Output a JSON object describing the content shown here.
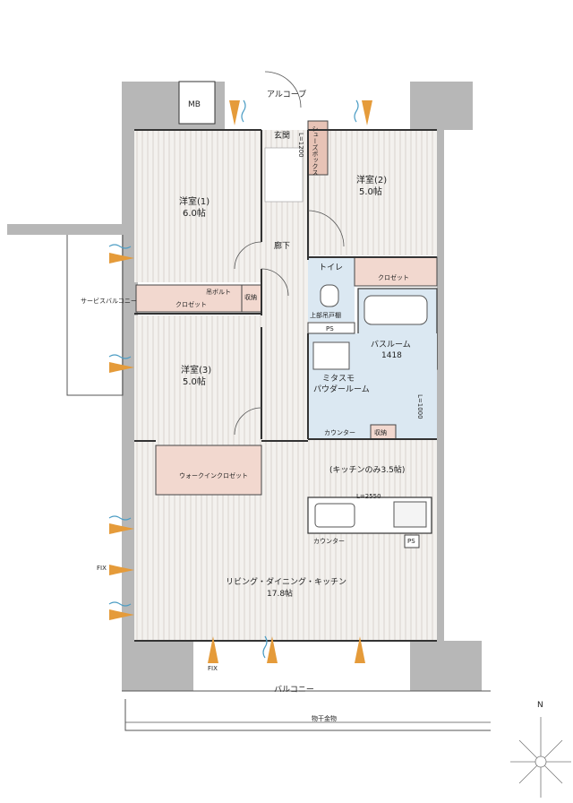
{
  "rooms": {
    "western1": {
      "name": "洋室(1)",
      "size": "6.0帖"
    },
    "western2": {
      "name": "洋室(2)",
      "size": "5.0帖"
    },
    "western3": {
      "name": "洋室(3)",
      "size": "5.0帖"
    },
    "ldk": {
      "name": "リビング・ダイニング・キッチン",
      "size": "17.8帖"
    },
    "kitchen_only": "(キッチンのみ3.5帖)",
    "bathroom": {
      "name": "バスルーム",
      "size": "1418"
    },
    "powder": {
      "name1": "ミタスモ",
      "name2": "パウダールーム"
    },
    "toilet": "トイレ",
    "hallway": "廊下",
    "entrance": "玄関",
    "alcove": "アルコーブ"
  },
  "storage": {
    "mb": "MB",
    "closet1": "クロゼット",
    "closet2": "クロゼット",
    "hanging_bolt": "吊ボルト",
    "storage_a": "収納",
    "storage_b": "収納",
    "walk_in": "ウォークインクロゼット",
    "shoes_box": "シューズボックス",
    "upper_shelf": "上部吊戸棚",
    "ps_upper": "PS",
    "ps_kitchen": "PS"
  },
  "fixtures": {
    "counter_powder": "カウンター",
    "counter_kitchen": "カウンター",
    "l_kitchen": "L=2550",
    "l_shoes": "L=1200",
    "l_powder": "L=1000"
  },
  "outdoor": {
    "service_balcony": "サービスバルコニー",
    "balcony": "バルコニー",
    "drying_hardware": "物干金物",
    "fix_left": "FIX",
    "fix_bottom": "FIX"
  },
  "compass": {
    "north": "N"
  },
  "colors": {
    "wall": "#b7b7b7",
    "floor": "#f3f1ee",
    "floor_stripe": "#d8d4cf",
    "wet_area": "#dbe8f2",
    "storage": "#f2d8cf",
    "shoe_box": "#e7c3b6",
    "wind_arrow": "#e59b3a",
    "air_arrow": "#4a9cc4"
  }
}
